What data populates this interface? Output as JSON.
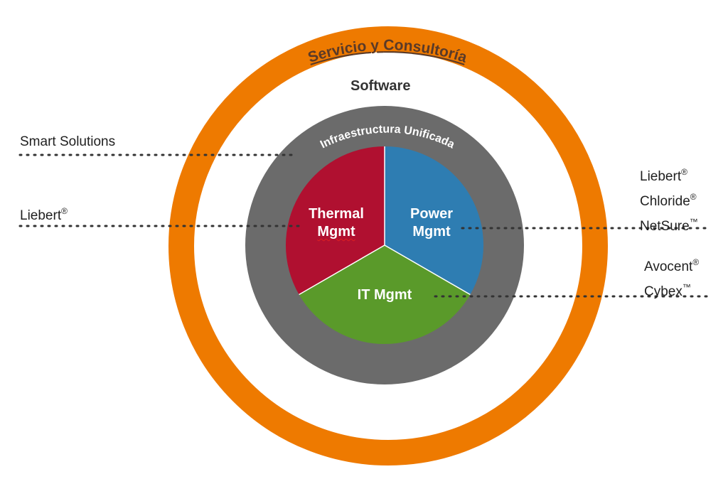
{
  "diagram": {
    "rings": {
      "outer_label": "Servicio y Consultoría",
      "software_label": "Software",
      "infra_label": "Infraestructura Unificada"
    },
    "segments": {
      "thermal": {
        "line1": "Thermal",
        "line2": "Mgmt"
      },
      "power": {
        "line1": "Power",
        "line2": "Mgmt"
      },
      "it": {
        "line1": "IT Mgmt"
      }
    },
    "left_labels": {
      "smart_solutions": "Smart Solutions",
      "liebert": "Liebert",
      "liebert_mark": "®"
    },
    "right_labels": {
      "power_brands": [
        {
          "name": "Liebert",
          "mark": "®"
        },
        {
          "name": "Chloride",
          "mark": "®"
        },
        {
          "name": "NetSure",
          "mark": "™"
        }
      ],
      "it_brands": [
        {
          "name": "Avocent",
          "mark": "®"
        },
        {
          "name": "Cybex",
          "mark": "™"
        }
      ]
    },
    "colors": {
      "outer_ring": "#EE7A00",
      "infra_ring": "#6B6B6B",
      "thermal": "#B01030",
      "power": "#2E7DB2",
      "it": "#5A9A2A",
      "outer_label": "#5A3A28",
      "text_dark": "#1F1F1F"
    }
  }
}
